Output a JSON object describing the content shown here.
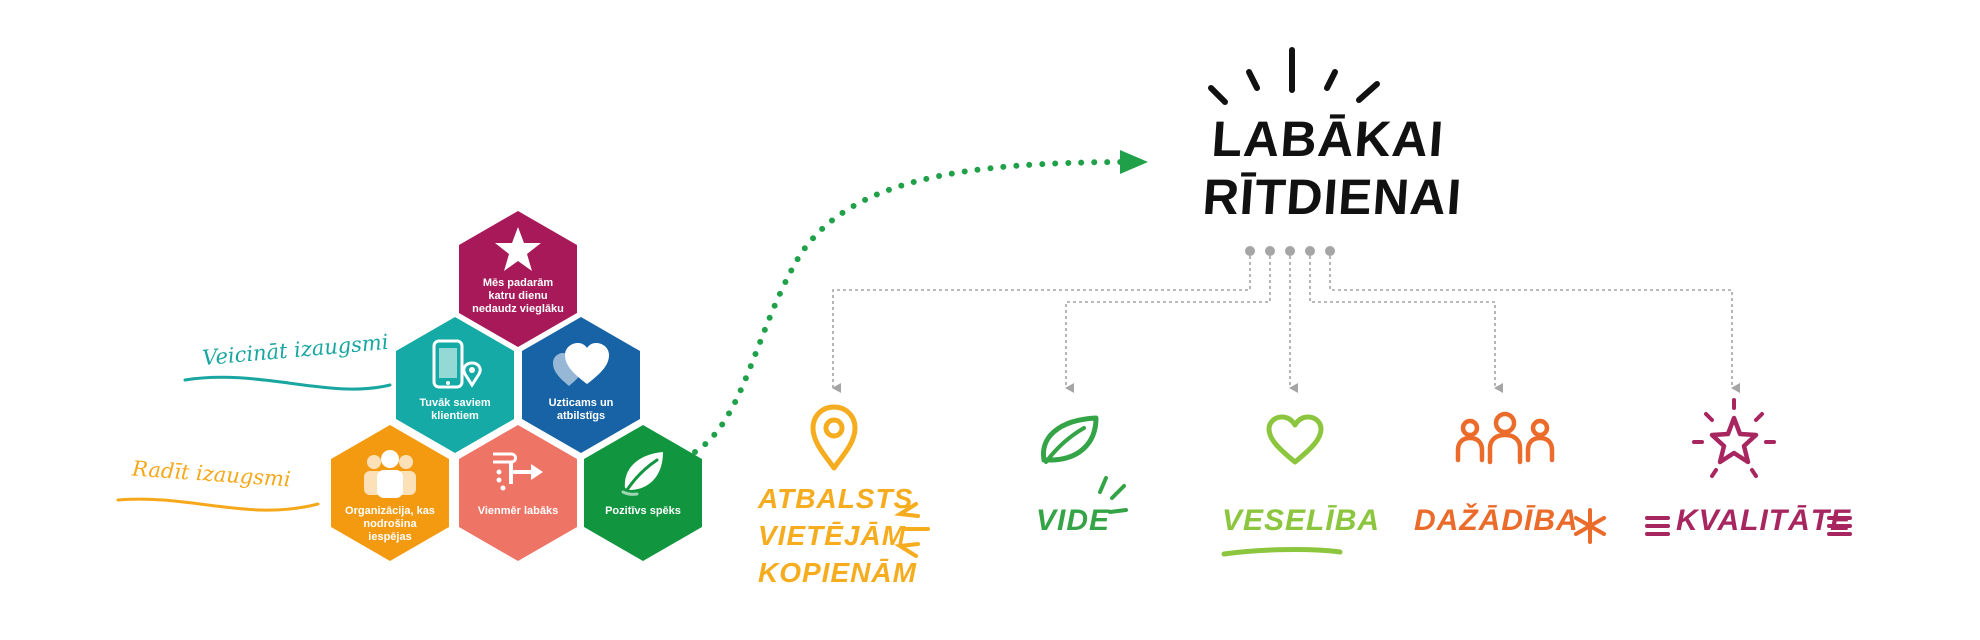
{
  "title": {
    "line1": "LABĀKAI",
    "line2": "RĪTDIENAI"
  },
  "left_labels": {
    "upper": {
      "text": "Veicināt izaugsmi",
      "color": "#1aa6a0"
    },
    "lower": {
      "text": "Radīt izaugsmi",
      "color": "#f6a81b"
    }
  },
  "hexagons": [
    {
      "id": "star",
      "label": "Mēs padarām katru dienu nedaudz vieglāku",
      "color": "#a8195a",
      "icon": "star-icon"
    },
    {
      "id": "phone",
      "label": "Tuvāk saviem klientiem",
      "color": "#15aaa5",
      "icon": "phone-location-icon"
    },
    {
      "id": "hearts",
      "label": "Uzticams un atbilstīgs",
      "color": "#1863a5",
      "icon": "hearts-icon"
    },
    {
      "id": "people",
      "label": "Organizācija, kas nodrošina iespējas",
      "color": "#f39a11",
      "icon": "people-icon"
    },
    {
      "id": "arrow",
      "label": "Vienmēr labāks",
      "color": "#ee7465",
      "icon": "arrow-icon"
    },
    {
      "id": "leaf",
      "label": "Pozitīvs spēks",
      "color": "#11963f",
      "icon": "leaf-icon"
    }
  ],
  "categories": [
    {
      "id": "atbalsts",
      "lines": [
        "ATBALSTS",
        "VIETĒJĀM",
        "KOPIENĀM"
      ],
      "color": "#f6ac1f",
      "icon": "location-pin-icon"
    },
    {
      "id": "vide",
      "text": "VIDE",
      "color": "#34a447",
      "icon": "leaf-icon"
    },
    {
      "id": "veseliba",
      "text": "VESELĪBA",
      "color": "#8cc63e",
      "icon": "heart-icon"
    },
    {
      "id": "dazadiba",
      "text": "DAŽĀDĪBA",
      "color": "#eb6b2b",
      "icon": "people-icon"
    },
    {
      "id": "kvalitate",
      "text": "KVALITĀTE",
      "color": "#a8265f",
      "icon": "star-icon"
    }
  ],
  "colors": {
    "dotted_arrow": "#21a04a",
    "connector": "#a5a5a5",
    "text": "#111111"
  }
}
